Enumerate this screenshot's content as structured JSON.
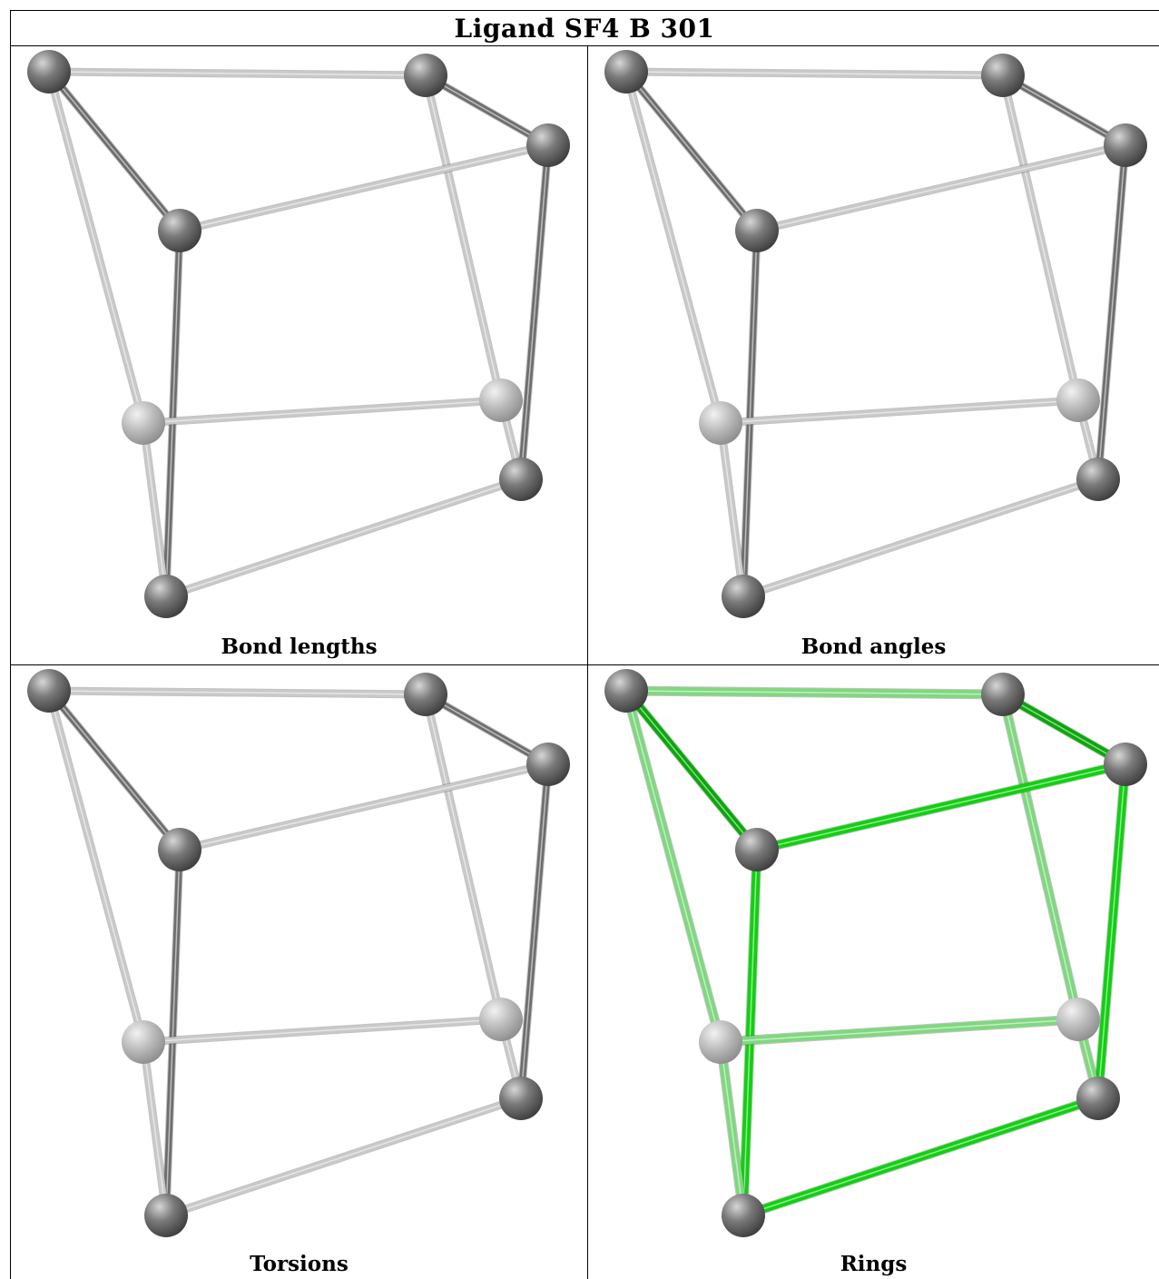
{
  "title": "Ligand SF4 B 301",
  "panels": [
    {
      "caption": "Bond lengths",
      "style": "gray"
    },
    {
      "caption": "Bond angles",
      "style": "gray"
    },
    {
      "caption": "Torsions",
      "style": "gray"
    },
    {
      "caption": "Rings",
      "style": "green"
    }
  ],
  "colors": {
    "border": "#000000",
    "atom": "#7a7a7a",
    "atom_light": "#bcbcbc",
    "bond_dark": "#6e6e6e",
    "bond_light": "#c9c9c9",
    "ring_dark": "#0aa80a",
    "ring_mid": "#11d011",
    "ring_light": "#7fd87f"
  }
}
